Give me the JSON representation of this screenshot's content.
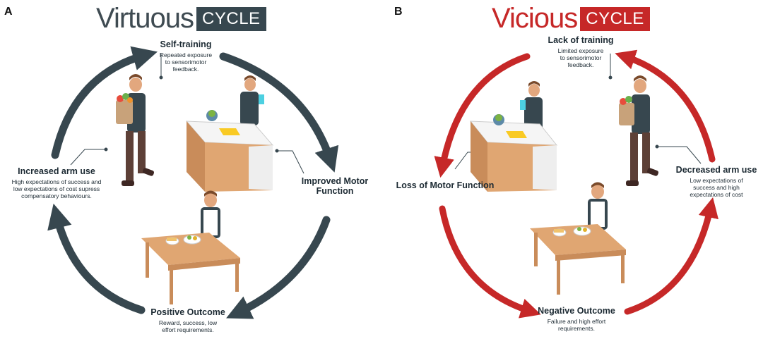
{
  "panel_a": {
    "letter": "A",
    "title_word": "Virtuous",
    "title_box": "CYCLE",
    "colors": {
      "accent": "#37474f",
      "word": "#3f4b52"
    },
    "nodes": {
      "top": {
        "heading": "Self-training",
        "desc": [
          "Repeated exposure",
          "to sensorimotor",
          "feedback."
        ]
      },
      "right": {
        "heading": [
          "Improved Motor",
          "Function"
        ],
        "desc": []
      },
      "bottom": {
        "heading": "Positive Outcome",
        "desc": [
          "Reward, success, low",
          "effort requirements."
        ]
      },
      "left": {
        "heading": "Increased arm use",
        "desc": [
          "High expectations of success and",
          "low expectations of cost supress",
          "compensatory behaviours."
        ]
      }
    }
  },
  "panel_b": {
    "letter": "B",
    "title_word": "Vicious",
    "title_box": "CYCLE",
    "colors": {
      "accent": "#c62828",
      "word": "#c62828"
    },
    "nodes": {
      "top": {
        "heading": "Lack of training",
        "desc": [
          "Limited exposure",
          "to sensorimotor",
          "feedback."
        ]
      },
      "left": {
        "heading": "Loss of Motor Function",
        "desc": []
      },
      "bottom": {
        "heading": "Negative Outcome",
        "desc": [
          "Failure and high effort",
          "requirements."
        ]
      },
      "right": {
        "heading": "Decreased arm use",
        "desc": [
          "Low expectations of",
          "success and high",
          "expectations of cost"
        ]
      }
    }
  }
}
